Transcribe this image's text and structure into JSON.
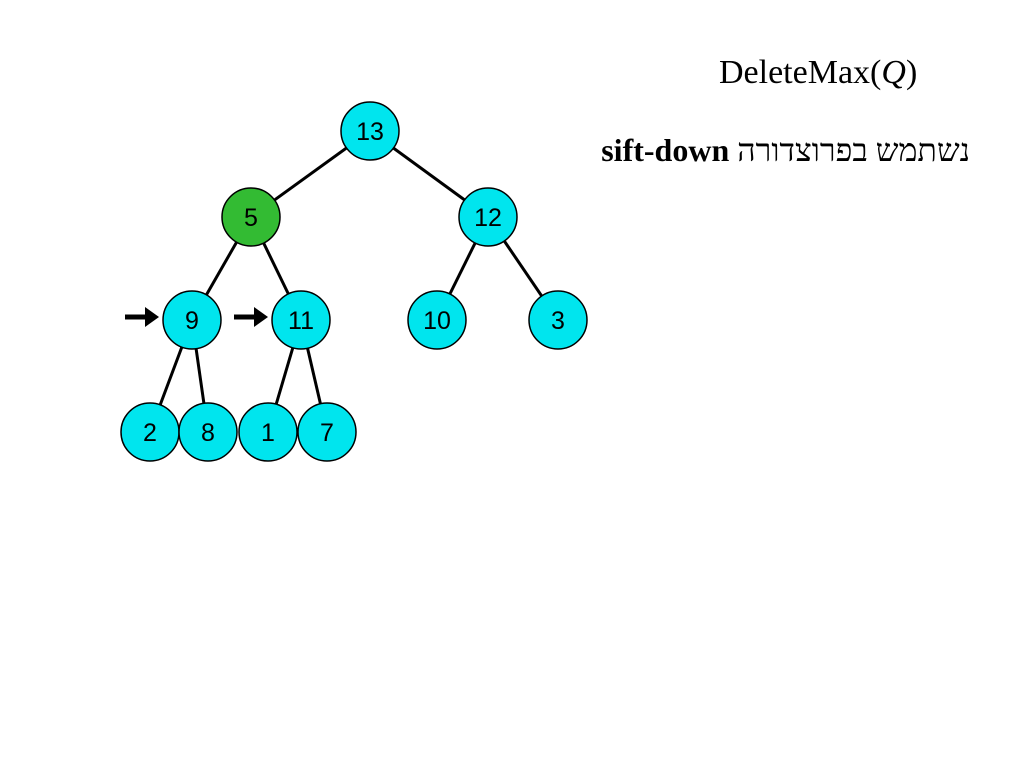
{
  "title": {
    "prefix": "DeleteMax(",
    "arg": "Q",
    "suffix": ")"
  },
  "subtitle": {
    "hebrew": "נשתמש בפרוצדורה",
    "keyword": "sift-down"
  },
  "colors": {
    "node_fill": "#00e5ee",
    "highlight_fill": "#33bb33",
    "stroke": "#000000",
    "edge": "#000000"
  },
  "heap": {
    "nodes": [
      {
        "id": "n13",
        "label": "13"
      },
      {
        "id": "n5",
        "label": "5",
        "highlight": true
      },
      {
        "id": "n12",
        "label": "12"
      },
      {
        "id": "n9",
        "label": "9",
        "arrow": true
      },
      {
        "id": "n11",
        "label": "11",
        "arrow": true
      },
      {
        "id": "n10",
        "label": "10"
      },
      {
        "id": "n3",
        "label": "3"
      },
      {
        "id": "n2",
        "label": "2"
      },
      {
        "id": "n8",
        "label": "8"
      },
      {
        "id": "n1",
        "label": "1"
      },
      {
        "id": "n7",
        "label": "7"
      }
    ],
    "edges": [
      [
        "n13",
        "n5"
      ],
      [
        "n13",
        "n12"
      ],
      [
        "n5",
        "n9"
      ],
      [
        "n5",
        "n11"
      ],
      [
        "n12",
        "n10"
      ],
      [
        "n12",
        "n3"
      ],
      [
        "n9",
        "n2"
      ],
      [
        "n9",
        "n8"
      ],
      [
        "n11",
        "n1"
      ],
      [
        "n11",
        "n7"
      ]
    ]
  }
}
